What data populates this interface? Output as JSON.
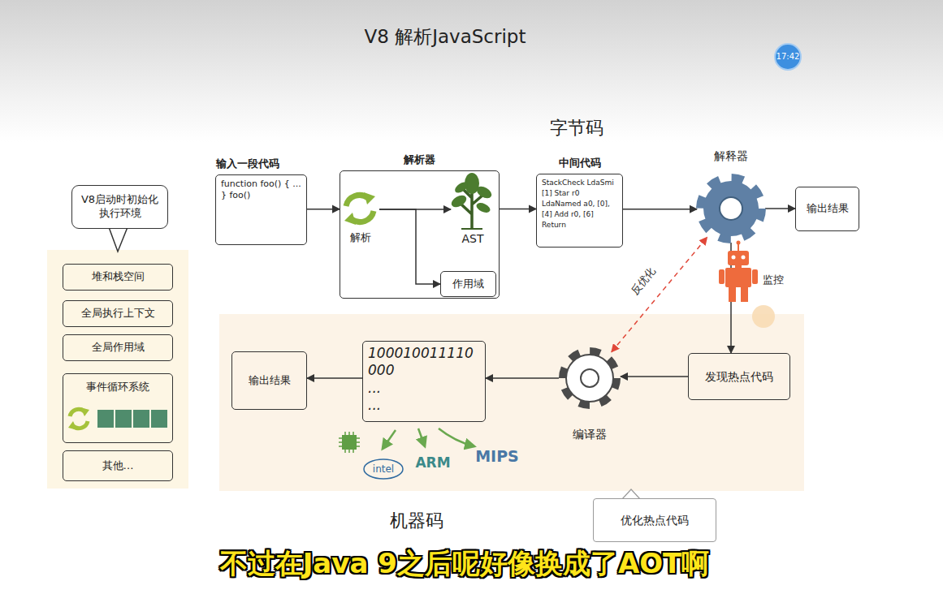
{
  "diagram": {
    "title": "V8 解析JavaScript",
    "nodes": [
      {
        "text": [
          "V8启动时初始化执行环境"
        ]
      },
      {
        "text": [
          "堆和栈空间"
        ]
      },
      {
        "text": [
          "全局执行上下文"
        ]
      },
      {
        "text": [
          "全局作用域"
        ]
      },
      {
        "text": [
          "事件循环系统"
        ]
      },
      {
        "text": [
          "其他…"
        ]
      },
      {
        "text": [
          "输入一段代码",
          "function foo() { ... } foo()"
        ]
      },
      {
        "text": [
          "解析器"
        ]
      },
      {
        "text": [
          "解析"
        ],
        "in": 7
      },
      {
        "text": [
          "AST"
        ],
        "in": 7
      },
      {
        "text": [
          "作用域"
        ],
        "in": 7
      },
      {
        "text": [
          "中间代码",
          "StackCheck LdaSmi [1] Star r0 LdaNamed a0, [0], [4] Add r0, [6] Return"
        ]
      },
      {
        "text": [
          "解释器"
        ]
      },
      {
        "text": [
          "输出结果"
        ]
      },
      {
        "text": [
          "发现热点代码"
        ]
      },
      {
        "text": [
          "编译器"
        ]
      },
      {
        "text": [
          "100010011110 000 ... ..."
        ]
      },
      {
        "text": [
          "输出结果"
        ]
      },
      {
        "text": [
          "优化热点代码"
        ]
      }
    ],
    "edges": [
      {
        "from": 6,
        "to": 7,
        "arrow": "to"
      },
      {
        "from": 7,
        "to": 11,
        "arrow": "to"
      },
      {
        "from": 8,
        "to": 9,
        "arrow": "to"
      },
      {
        "from": 8,
        "to": 10,
        "arrow": "to"
      },
      {
        "from": 11,
        "to": 12,
        "arrow": "to"
      },
      {
        "from": 12,
        "to": 13,
        "arrow": "to"
      },
      {
        "from": 12,
        "to": 14,
        "arrow": "to"
      },
      {
        "from": 14,
        "to": 15,
        "arrow": "to"
      },
      {
        "from": 15,
        "to": 16,
        "arrow": "to"
      },
      {
        "from": 16,
        "to": 17,
        "arrow": "to"
      },
      {
        "from": 15,
        "to": 12,
        "label": "反优化",
        "arrow": "both"
      }
    ],
    "labels": [
      "17:42",
      "字节码",
      "监控",
      "intel",
      "ARM",
      "MIPS",
      "机器码",
      "不过在Java 9之后呢好像换成了AOT啊"
    ]
  }
}
